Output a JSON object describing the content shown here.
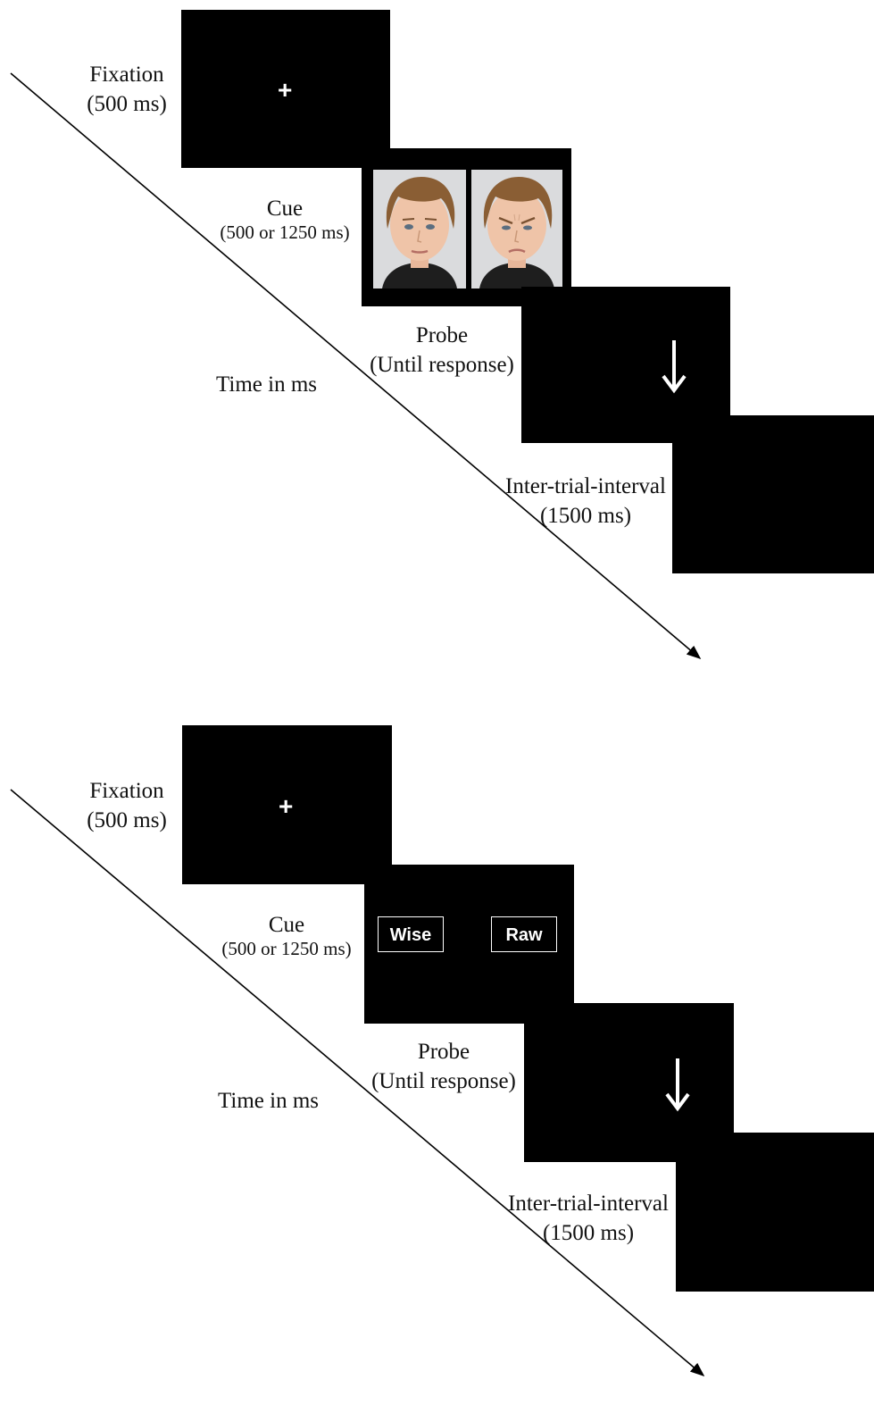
{
  "panels": [
    {
      "fixation": {
        "label": "Fixation",
        "duration": "(500 ms)",
        "symbol": "+"
      },
      "cue": {
        "label": "Cue",
        "duration": "(500 or 1250 ms)",
        "stimuli": [
          {
            "type": "face",
            "expression": "neutral"
          },
          {
            "type": "face",
            "expression": "angry"
          }
        ]
      },
      "probe": {
        "label": "Probe",
        "duration": "(Until response)",
        "icon": "down-arrow-icon"
      },
      "iti": {
        "label": "Inter-trial-interval",
        "duration": "(1500 ms)"
      },
      "axis_label": "Time in ms"
    },
    {
      "fixation": {
        "label": "Fixation",
        "duration": "(500 ms)",
        "symbol": "+"
      },
      "cue": {
        "label": "Cue",
        "duration": "(500 or 1250 ms)",
        "words": [
          "Wise",
          "Raw"
        ]
      },
      "probe": {
        "label": "Probe",
        "duration": "(Until response)",
        "icon": "down-arrow-icon"
      },
      "iti": {
        "label": "Inter-trial-interval",
        "duration": "(1500 ms)"
      },
      "axis_label": "Time in ms"
    }
  ],
  "colors": {
    "screen": "#000000",
    "text": "#111111",
    "face_background": "#d9dadc",
    "hair": "#8a5e34"
  }
}
